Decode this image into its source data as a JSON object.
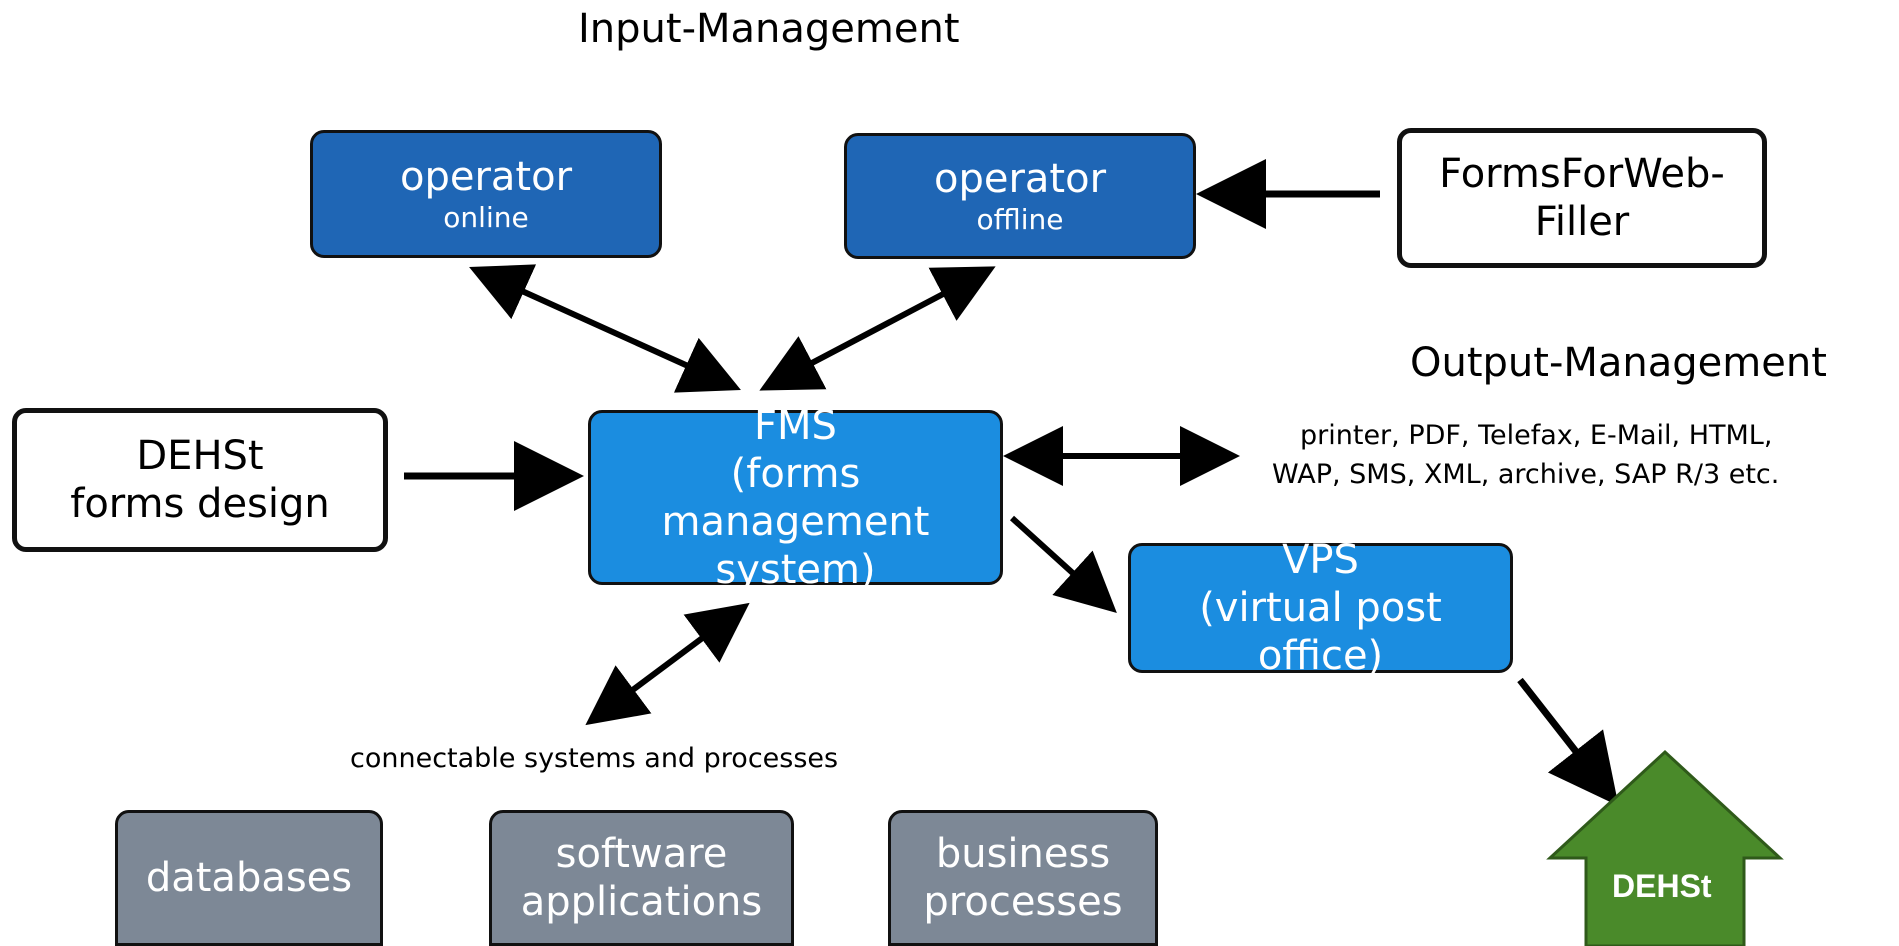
{
  "headings": {
    "input_management": "Input-Management",
    "output_management": "Output-Management",
    "output_targets_line1": "printer, PDF, Telefax, E-Mail, HTML,",
    "output_targets_line2": "WAP, SMS, XML, archive, SAP R/3 etc.",
    "connectable": "connectable systems and processes"
  },
  "nodes": {
    "operator_online": {
      "title": "operator",
      "sub": "online"
    },
    "operator_offline": {
      "title": "operator",
      "sub": "offline"
    },
    "formsforweb": {
      "line1": "FormsForWeb-",
      "line2": "Filler"
    },
    "dehst_design": {
      "line1": "DEHSt",
      "line2": "forms design"
    },
    "fms": {
      "line1": "FMS",
      "line2": "(forms management",
      "line3": "system)"
    },
    "vps": {
      "line1": "VPS",
      "line2": "(virtual post office)"
    },
    "databases": {
      "line1": "databases"
    },
    "software": {
      "line1": "software",
      "line2": "applications"
    },
    "business": {
      "line1": "business",
      "line2": "processes"
    },
    "dehst_house": {
      "label": "DEHSt"
    }
  },
  "colors": {
    "operator_fill": "#1f66b5",
    "core_fill": "#1b8de0",
    "system_fill": "#7d8896",
    "house_fill": "#4a8a2a"
  }
}
